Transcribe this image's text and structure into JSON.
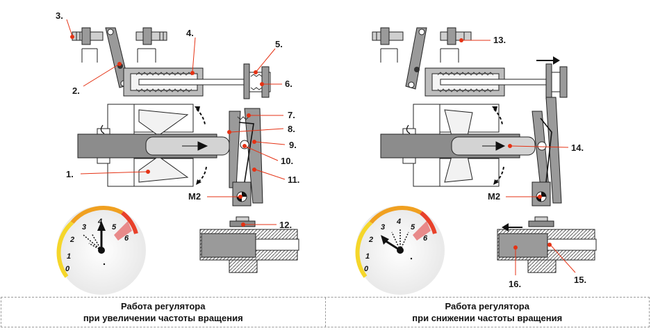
{
  "left_panel": {
    "callouts": [
      "3.",
      "4.",
      "5.",
      "6.",
      "2.",
      "7.",
      "8.",
      "9.",
      "10.",
      "11.",
      "1.",
      "12."
    ],
    "motor_label": "M2",
    "caption_line1": "Работа регулятора",
    "caption_line2": "при увеличении частоты вращения",
    "gauge_ticks": [
      "0",
      "1",
      "2",
      "3",
      "4",
      "5",
      "6"
    ]
  },
  "right_panel": {
    "callouts": [
      "13.",
      "14.",
      "15.",
      "16."
    ],
    "motor_label": "M2",
    "caption_line1": "Работа регулятора",
    "caption_line2": "при снижении частоты вращения",
    "gauge_ticks": [
      "0",
      "1",
      "2",
      "3",
      "4",
      "5",
      "6"
    ]
  },
  "colors": {
    "callout_dot": "#e53214",
    "steel": "#8c8c8c",
    "steel_light": "#bdbdbd",
    "outline": "#222222",
    "gauge_red": "#e88a8a",
    "gauge_orange": "#f0a020",
    "gauge_yellow": "#f5d62a"
  }
}
